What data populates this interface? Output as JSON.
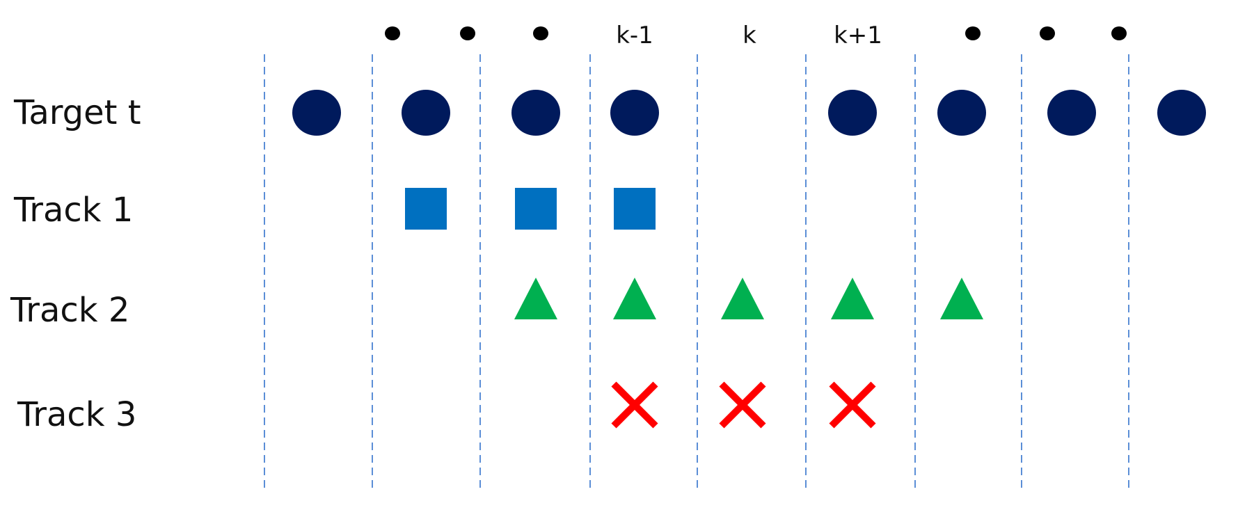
{
  "columns": [
    {
      "label": "",
      "ellipsis": false
    },
    {
      "label": "",
      "ellipsis": true
    },
    {
      "label": "",
      "ellipsis": true
    },
    {
      "label": "",
      "ellipsis": true
    },
    {
      "label": "k-1",
      "ellipsis": false
    },
    {
      "label": "k",
      "ellipsis": false
    },
    {
      "label": "k+1",
      "ellipsis": false
    },
    {
      "label": "",
      "ellipsis": true
    },
    {
      "label": "",
      "ellipsis": true
    },
    {
      "label": "",
      "ellipsis": true
    }
  ],
  "rows": [
    {
      "label": "Target t",
      "shape": "circle",
      "color": "#001a5c",
      "present": [
        1,
        2,
        3,
        4,
        6,
        7,
        8,
        9
      ]
    },
    {
      "label": "Track 1",
      "shape": "square",
      "color": "#0070c0",
      "present": [
        2,
        3,
        4
      ]
    },
    {
      "label": "Track 2",
      "shape": "triangle",
      "color": "#00b050",
      "present": [
        3,
        4,
        5,
        6,
        7
      ]
    },
    {
      "label": "Track 3",
      "shape": "cross",
      "color": "#ff0000",
      "present": [
        4,
        5,
        6
      ]
    }
  ],
  "colors": {
    "divider": "#5b8ed6",
    "ellipsis_dot": "#000000",
    "text": "#111111"
  }
}
